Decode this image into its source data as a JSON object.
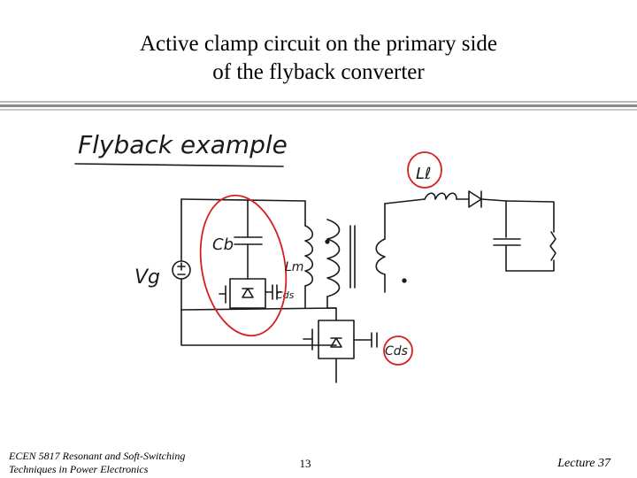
{
  "slide": {
    "title_line1": "Active clamp circuit on the primary side",
    "title_line2": "of the flyback converter"
  },
  "figure": {
    "heading": "Flyback example",
    "labels": {
      "le": "Lℓ",
      "cb": "Cb",
      "lm": "Lm",
      "vg": "Vg",
      "cds_clamp": "Cds",
      "cds_main": "Cds"
    },
    "ink_color": "#1a1a1a",
    "annotation_color": "#d62020"
  },
  "footer": {
    "course_line1": "ECEN 5817  Resonant and Soft-Switching",
    "course_line2": "Techniques in Power Electronics",
    "page_number": "13",
    "lecture": "Lecture 37"
  }
}
